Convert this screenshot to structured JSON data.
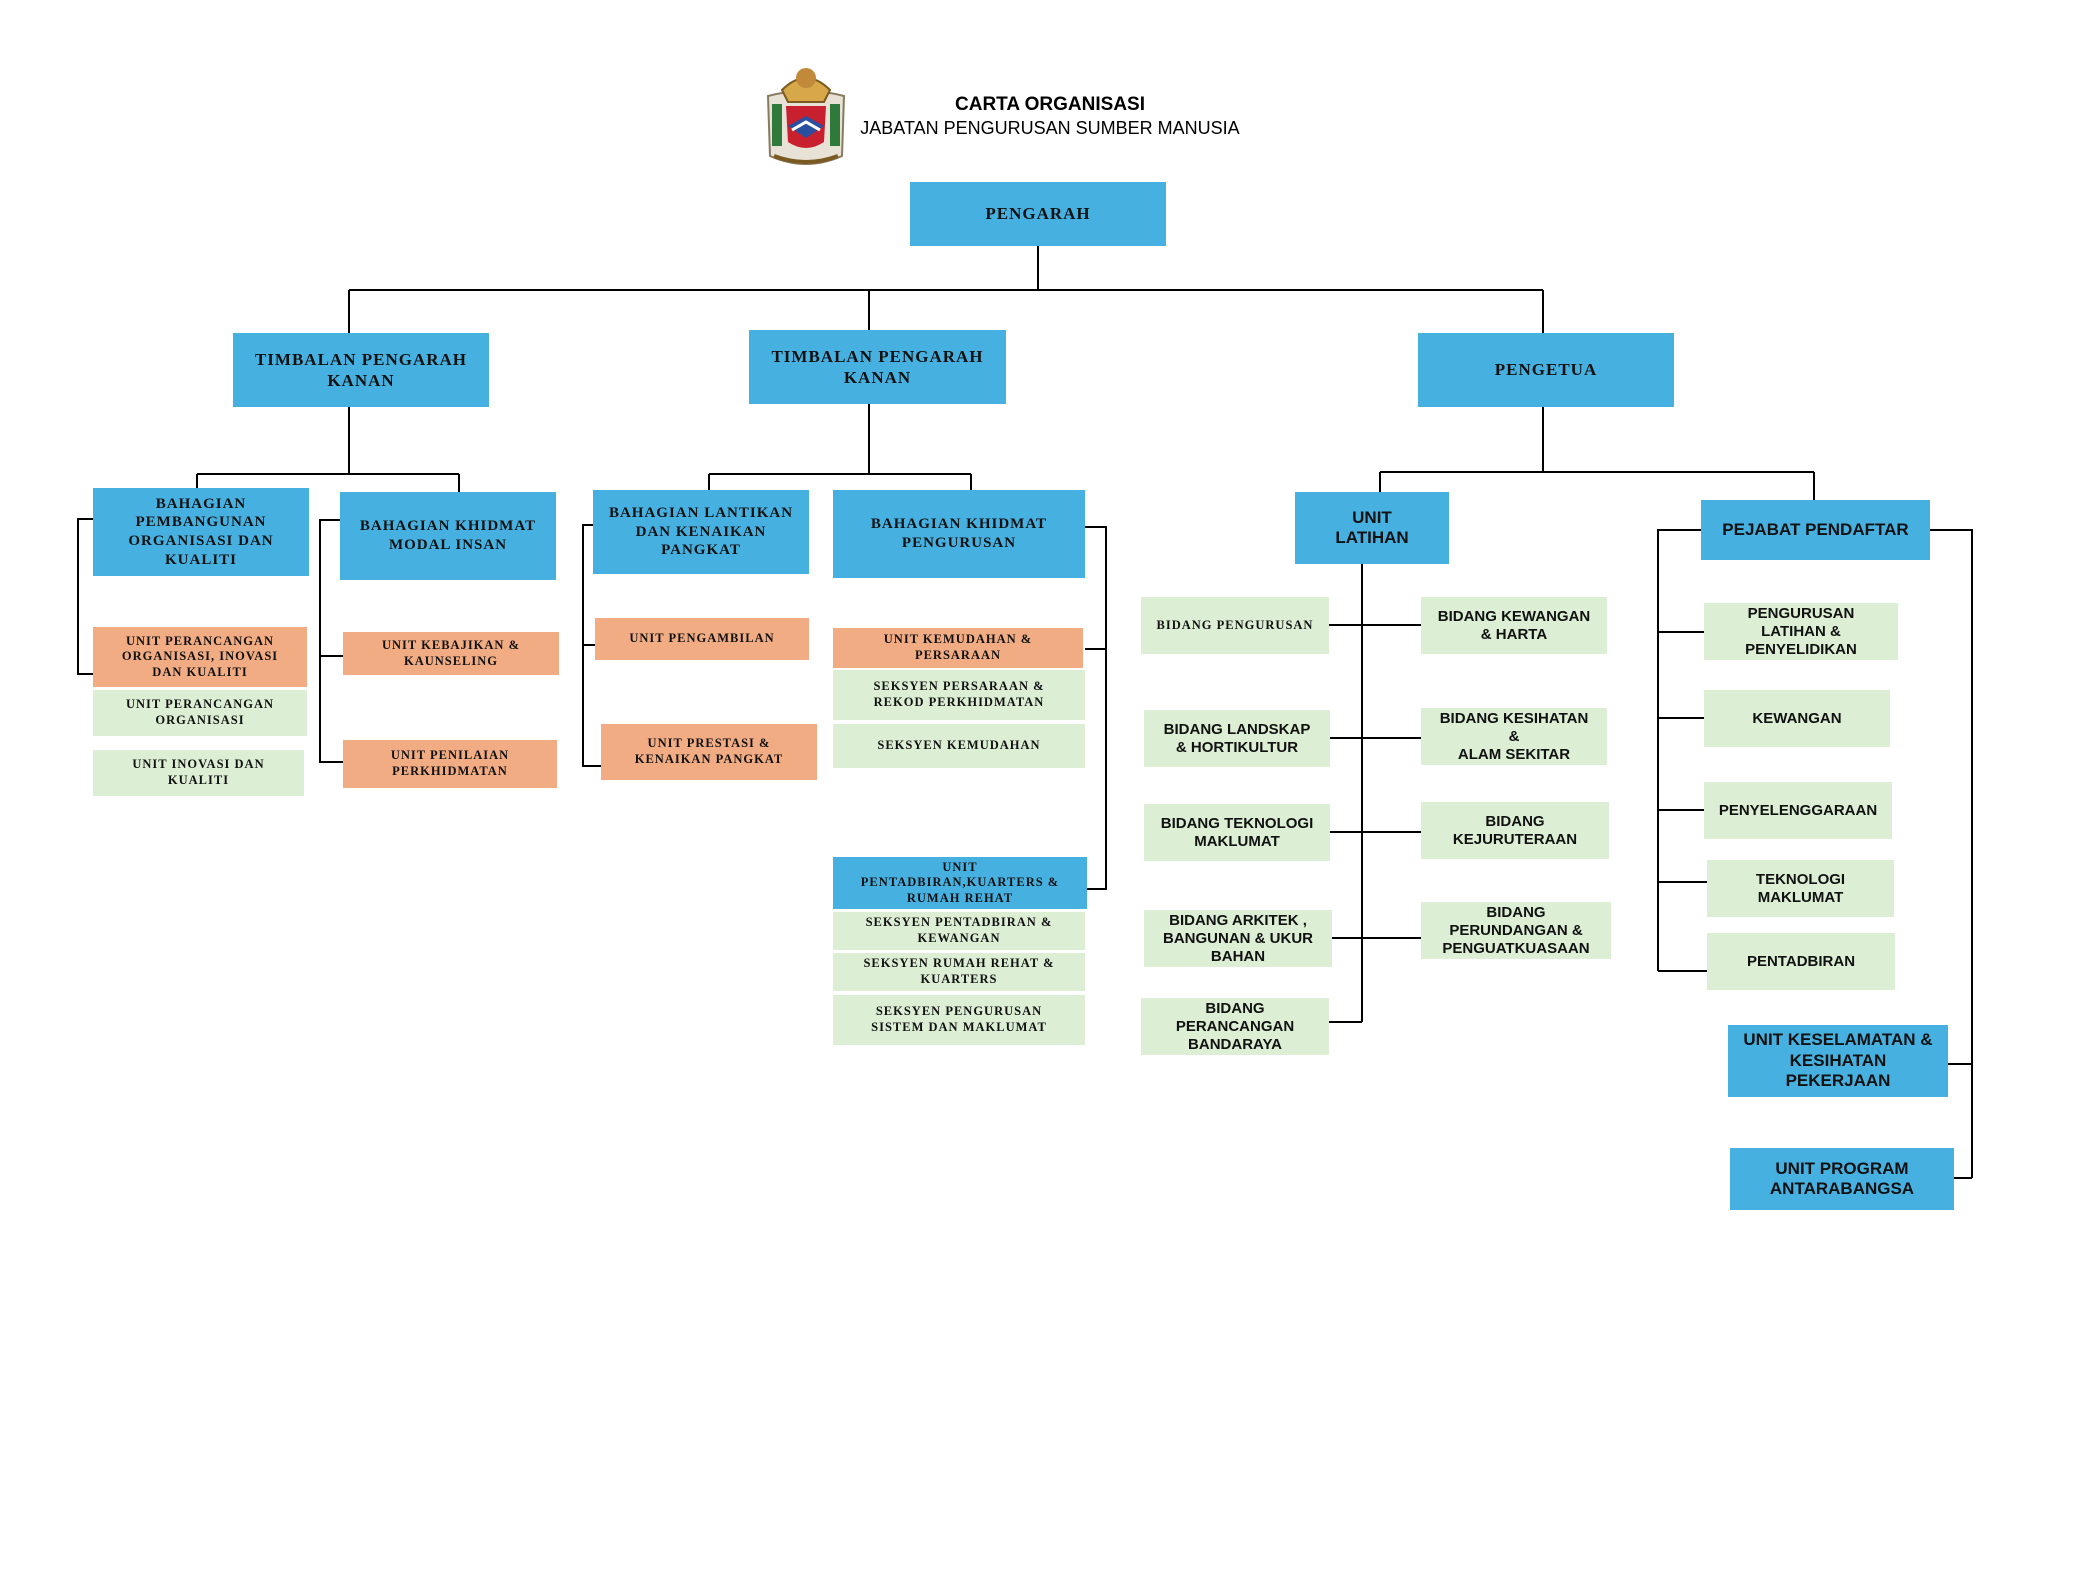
{
  "header": {
    "title": "CARTA ORGANISASI",
    "subtitle": "JABATAN PENGURUSAN SUMBER MANUSIA"
  },
  "colors": {
    "head_box": "#46b1e1",
    "unit_box": "#f2ac84",
    "section_box": "#dcefd5",
    "connector": "#000000"
  },
  "nodes": {
    "pengarah": "PENGARAH",
    "timbalan_1": "TIMBALAN PENGARAH\nKANAN",
    "timbalan_2": "TIMBALAN PENGARAH\nKANAN",
    "pengetua": "PENGETUA",
    "bpok": "BAHAGIAN\nPEMBANGUNAN\nORGANISASI DAN\nKUALITI",
    "bkmi": "BAHAGIAN KHIDMAT\nMODAL INSAN",
    "blkp": "BAHAGIAN LANTIKAN\nDAN KENAIKAN\nPANGKAT",
    "bkp": "BAHAGIAN KHIDMAT\nPENGURUSAN",
    "unit_latihan": "UNIT\nLATIHAN",
    "pejabat_pendaftar": "PEJABAT PENDAFTAR",
    "u_perancangan_oik": "UNIT PERANCANGAN\nORGANISASI, INOVASI\nDAN KUALITI",
    "u_perancangan_org": "UNIT PERANCANGAN\nORGANISASI",
    "u_inovasi": "UNIT INOVASI DAN\nKUALITI",
    "u_kebajikan": "UNIT KEBAJIKAN  &\nKAUNSELING",
    "u_penilaian": "UNIT PENILAIAN\nPERKHIDMATAN",
    "u_pengambilan": "UNIT PENGAMBILAN",
    "u_prestasi": "UNIT PRESTASI &\nKENAIKAN PANGKAT",
    "u_kemudahan": "UNIT KEMUDAHAN &\nPERSARAAN",
    "s_persaraan": "SEKSYEN PERSARAAN &\nREKOD PERKHIDMATAN",
    "s_kemudahan": "SEKSYEN KEMUDAHAN",
    "u_pentadbiran": "UNIT\nPENTADBIRAN,KUARTERS &\nRUMAH REHAT",
    "s_pentadbiran": "SEKSYEN PENTADBIRAN &\nKEWANGAN",
    "s_rumah_rehat": "SEKSYEN RUMAH REHAT &\nKUARTERS",
    "s_pengurusan_sistem": "SEKSYEN PENGURUSAN\nSISTEM DAN MAKLUMAT",
    "b_pengurusan": "BIDANG PENGURUSAN",
    "b_landskap": "BIDANG LANDSKAP\n& HORTIKULTUR",
    "b_teknologi": "BIDANG TEKNOLOGI\nMAKLUMAT",
    "b_arkitek": "BIDANG ARKITEK ,\nBANGUNAN & UKUR\nBAHAN",
    "b_perancangan": "BIDANG\nPERANCANGAN\nBANDARAYA",
    "b_kewangan": "BIDANG KEWANGAN\n& HARTA",
    "b_kesihatan": "BIDANG KESIHATAN\n&\nALAM SEKITAR",
    "b_kejuruteraan": "BIDANG\nKEJURUTERAAN",
    "b_perundangan": "BIDANG\nPERUNDANGAN &\nPENGUATKUASAAN",
    "p_latihan": "PENGURUSAN\nLATIHAN &\nPENYELIDIKAN",
    "p_kewangan": "KEWANGAN",
    "p_penyelenggaraan": "PENYELENGGARAAN",
    "p_teknologi": "TEKNOLOGI\nMAKLUMAT",
    "p_pentadbiran": "PENTADBIRAN",
    "u_keselamatan": "UNIT KESELAMATAN &\nKESIHATAN\nPEKERJAAN",
    "u_antarabangsa": "UNIT  PROGRAM\nANTARABANGSA"
  }
}
